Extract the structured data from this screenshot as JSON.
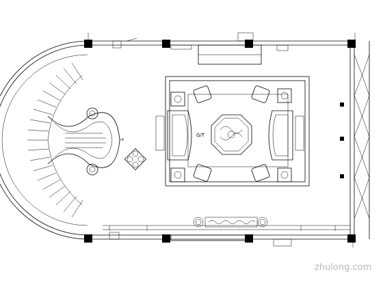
{
  "drawing": {
    "center_mark": "G/T",
    "stair_mark": "UP",
    "watermark_text": "zhulong.com",
    "line_color": "#000000",
    "background_color": "#ffffff",
    "watermark_color": "#b8b8b8"
  }
}
